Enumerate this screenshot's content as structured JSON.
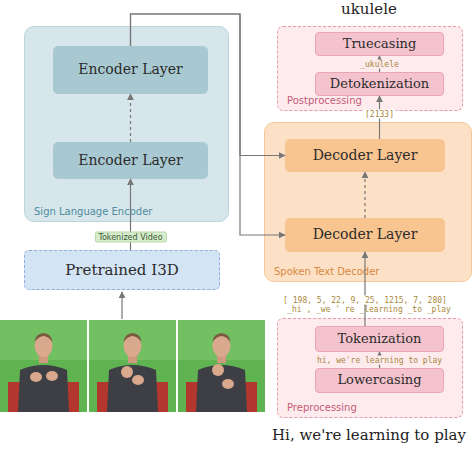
{
  "diagram": {
    "nodes": [
      {
        "text": [
          "Sign Language Encoder"
        ]
      },
      {
        "text": [
          "Encoder Layer"
        ],
        "in": 0
      },
      {
        "text": [
          "Encoder Layer"
        ],
        "in": 0
      },
      {
        "text": [
          "Pretrained I3D"
        ]
      },
      {
        "text": [
          "Postprocessing"
        ]
      },
      {
        "text": [
          "Truecasing"
        ],
        "in": 4
      },
      {
        "text": [
          "Detokenization"
        ],
        "in": 4
      },
      {
        "text": [
          "Spoken Text Decoder"
        ]
      },
      {
        "text": [
          "Decoder Layer"
        ],
        "in": 7
      },
      {
        "text": [
          "Decoder Layer"
        ],
        "in": 7
      },
      {
        "text": [
          "Preprocessing"
        ]
      },
      {
        "text": [
          "Tokenization"
        ],
        "in": 10
      },
      {
        "text": [
          "Lowercasing"
        ],
        "in": 10
      }
    ],
    "edges": [
      {
        "from": 3,
        "to": 2,
        "arrow": "to",
        "label": "Tokenized Video"
      },
      {
        "from": 2,
        "to": 1,
        "arrow": "to"
      },
      {
        "from": 1,
        "to": 8,
        "arrow": "to"
      },
      {
        "from": 1,
        "to": 9,
        "arrow": "to"
      },
      {
        "from": 9,
        "to": 8,
        "arrow": "to"
      },
      {
        "from": 8,
        "to": 6,
        "arrow": "to",
        "label": "[2133]"
      },
      {
        "from": 6,
        "to": 5,
        "arrow": "to",
        "label": "_ukulele"
      },
      {
        "from": 12,
        "to": 11,
        "arrow": "to",
        "label": "hi, we're learning to play"
      },
      {
        "from": 11,
        "to": 9,
        "arrow": "to",
        "label": "[ 198, 5, 22, 9, 25, 1215, 7, 280]"
      }
    ],
    "labels": [
      "ukulele",
      "_hi , _we ' re _learning _to _play",
      "Hi, we're learning to play"
    ]
  }
}
